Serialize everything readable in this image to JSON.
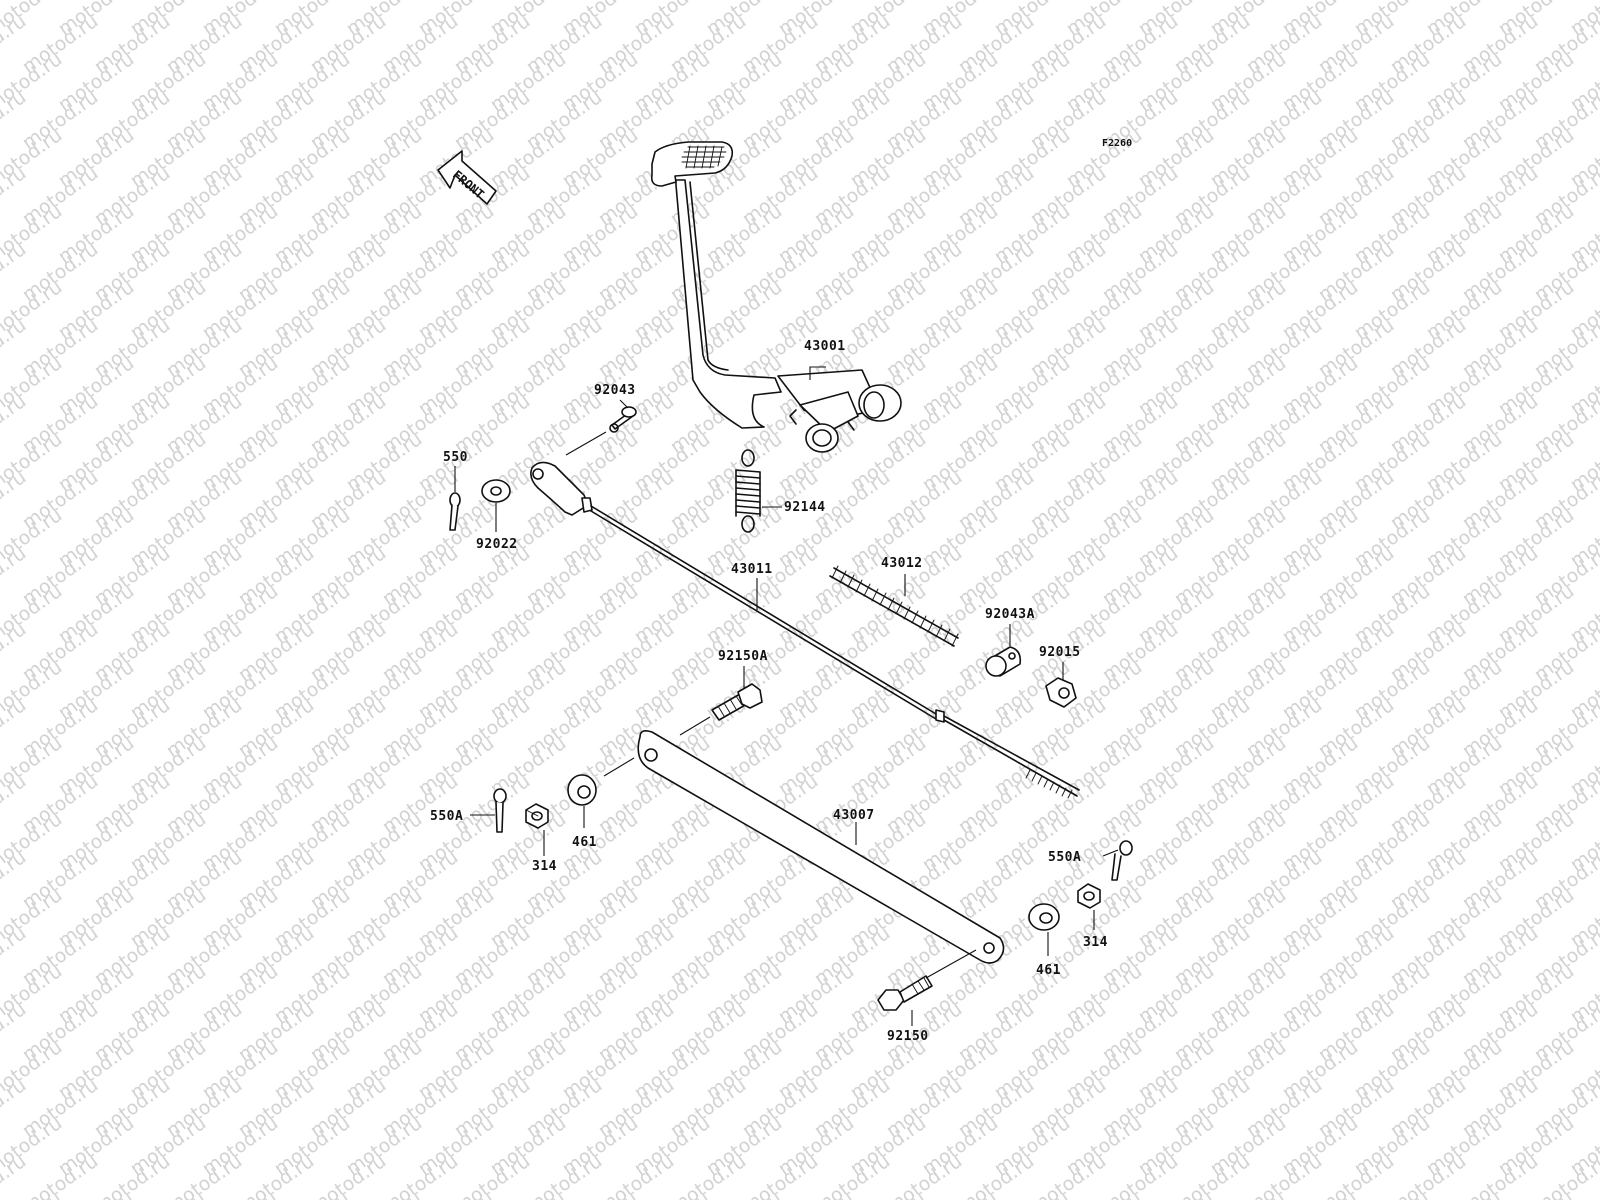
{
  "watermark": "motod.ru",
  "diagram_code": "F2260",
  "front_arrow": {
    "text": "FRONT",
    "icon": "front-arrow-icon"
  },
  "labels": {
    "brake_pedal": "43001",
    "pin_top": "92043",
    "cotter_pin_top": "550",
    "washer_top": "92022",
    "spring": "92144",
    "brake_rod": "43011",
    "rod_spring": "43012",
    "joint_pin": "92043A",
    "nut_small": "92015",
    "bolt_left": "92150A",
    "link_arm": "43007",
    "cotter_pin_left": "550A",
    "nut_left": "314",
    "washer_left": "461",
    "cotter_pin_right": "550A",
    "washer_right": "461",
    "nut_right": "314",
    "bolt_right": "92150"
  }
}
